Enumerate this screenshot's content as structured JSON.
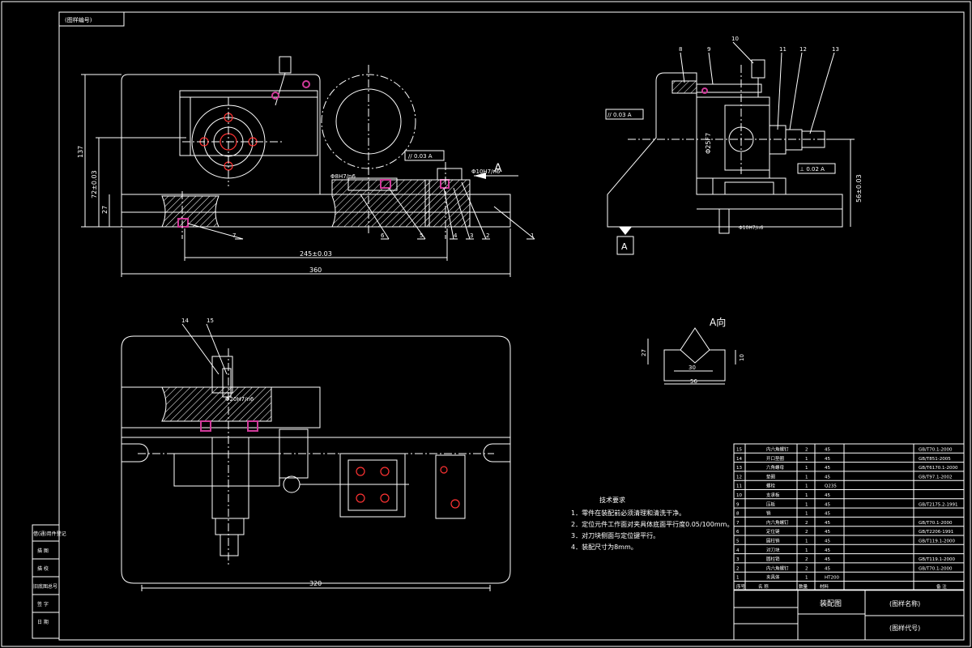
{
  "title_block_top_left": "(图样编号)",
  "view_label_A": "A",
  "view_label_A_direction": "A向",
  "datum_A": "A",
  "tolerances": {
    "parallel_front": "// 0.03 A",
    "parallel_side": "// 0.03 A",
    "perp_side": "⊥ 0.02 A"
  },
  "dimensions": {
    "front_height_total": "137",
    "front_height_72": "72±0.03",
    "front_height_27": "27",
    "front_center": "245±0.03",
    "front_length": "360",
    "fit_d1": "Φ8H7/n6",
    "fit_d2": "Φ10H7/n6",
    "side_bore": "Φ25F7",
    "side_height": "56±0.03",
    "side_fit": "Φ10H7/n6",
    "top_fit": "Φ20H7/n6",
    "top_length": "320",
    "aview_27": "27",
    "aview_30": "30",
    "aview_56": "56",
    "aview_10": "10"
  },
  "part_balloons_front": [
    "7",
    "6",
    "5",
    "4",
    "3",
    "2",
    "1"
  ],
  "part_balloons_side": [
    "8",
    "9",
    "10",
    "11",
    "12",
    "13"
  ],
  "part_balloons_top": [
    "14",
    "15"
  ],
  "tech_requirements": {
    "heading": "技术要求",
    "items": [
      "1．零件在装配前必须清理和清洗干净。",
      "2．定位元件工作面对夹具体底面平行度0.05/100mm。",
      "3．对刀块侧面与定位键平行。",
      "4．装配尺寸为8mm。"
    ]
  },
  "bom": {
    "rows": [
      [
        "15",
        "内六角螺钉",
        "2",
        "45",
        "GB/T70.1-2000"
      ],
      [
        "14",
        "开口垫圈",
        "1",
        "45",
        "GB/T851-2005"
      ],
      [
        "13",
        "六角螺母",
        "1",
        "45",
        "GB/T6170.1-2000"
      ],
      [
        "12",
        "垫圈",
        "1",
        "45",
        "GB/T97.1-2002"
      ],
      [
        "11",
        "螺栓",
        "1",
        "Q235",
        ""
      ],
      [
        "10",
        "支承板",
        "1",
        "45",
        ""
      ],
      [
        "9",
        "压板",
        "1",
        "45",
        "GB/T2175.2-1991"
      ],
      [
        "8",
        "销",
        "1",
        "45",
        ""
      ],
      [
        "7",
        "内六角螺钉",
        "2",
        "45",
        "GB/T70.1-2000"
      ],
      [
        "6",
        "定位键",
        "2",
        "45",
        "GB/T2206-1991"
      ],
      [
        "5",
        "圆柱销",
        "1",
        "45",
        "GB/T119.1-2000"
      ],
      [
        "4",
        "对刀块",
        "1",
        "45",
        ""
      ],
      [
        "3",
        "圆柱销",
        "2",
        "45",
        "GB/T119.1-2000"
      ],
      [
        "2",
        "内六角螺钉",
        "2",
        "45",
        "GB/T70.1-2000"
      ],
      [
        "1",
        "夹具体",
        "1",
        "HT200",
        ""
      ]
    ],
    "header": [
      "序号",
      "名 称",
      "数量",
      "材料",
      "备 注"
    ],
    "assembly_title": "装配图",
    "drawing_no": "(图样代号)",
    "drawing_name": "(图样名称)"
  },
  "left_strip": [
    "借(通)用件登记",
    "描  图",
    "描  校",
    "旧底图总号",
    "签  字",
    "日  期"
  ]
}
